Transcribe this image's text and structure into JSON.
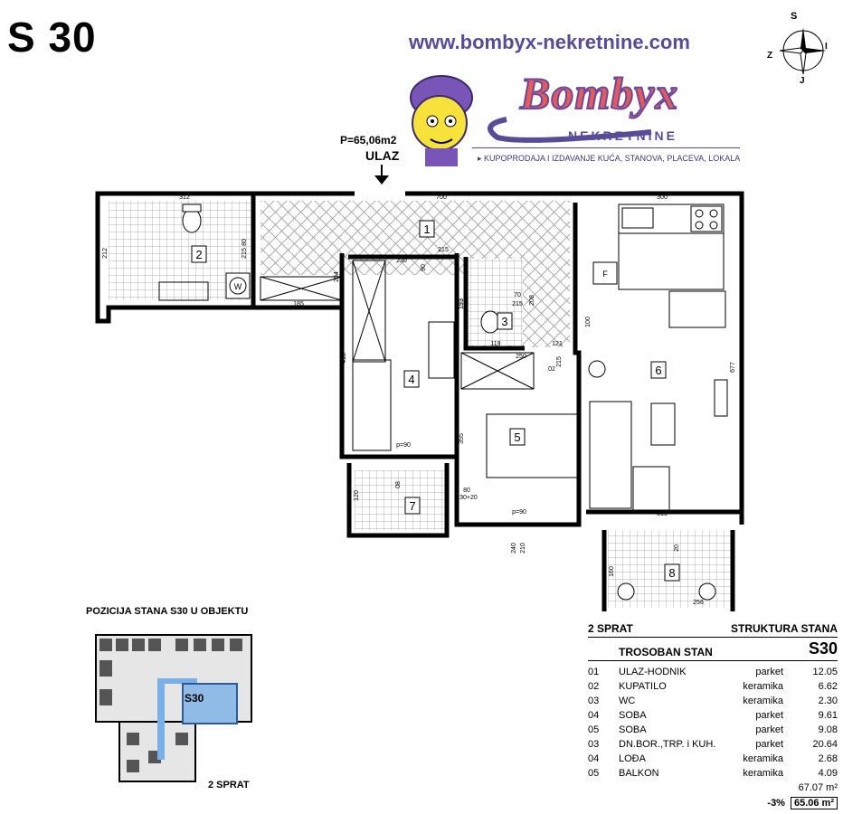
{
  "header": {
    "apartment_title": "S 30",
    "website": "www.bombyx-nekretnine.com",
    "brand_name": "Bombyx",
    "brand_sub": "NEKRETNINE",
    "tagline": "▸ KUPOPRODAJA I IZDAVANJE KUĆA, STANOVA, PLACEVA, LOKALA"
  },
  "compass": {
    "s": "S",
    "z": "Z",
    "i": "I",
    "j": "J"
  },
  "plan": {
    "area_label": "P=65,06m2",
    "entry_label": "ULAZ",
    "room_numbers": [
      "1",
      "2",
      "3",
      "4",
      "5",
      "6",
      "7",
      "8"
    ],
    "dimensions": [
      "312",
      "700",
      "300",
      "212",
      "80",
      "215",
      "230",
      "90",
      "215",
      "204",
      "193",
      "70",
      "215",
      "208",
      "185",
      "193",
      "119",
      "100",
      "121",
      "250",
      "02",
      "215",
      "418",
      "677",
      "355",
      "p=90",
      "08",
      "80",
      "230+20",
      "120",
      "310",
      "p=90",
      "240",
      "210",
      "160",
      "256",
      "20"
    ],
    "fridge_label": "F",
    "washer_label": "W"
  },
  "position": {
    "title": "POZICIJA STANA S30  U OBJEKTU",
    "apartment_label": "S30",
    "floor": "2 SPRAT"
  },
  "structure": {
    "floor": "2 SPRAT",
    "heading": "STRUKTURA  STANA",
    "type": "TROSOBAN  STAN",
    "code": "S30",
    "rooms": [
      {
        "no": "01",
        "name": "ULAZ-HODNIK",
        "floor": "parket",
        "area": "12.05"
      },
      {
        "no": "02",
        "name": "KUPATILO",
        "floor": "keramika",
        "area": "6.62"
      },
      {
        "no": "03",
        "name": "WC",
        "floor": "keramika",
        "area": "2.30"
      },
      {
        "no": "04",
        "name": "SOBA",
        "floor": "parket",
        "area": "9.61"
      },
      {
        "no": "05",
        "name": "SOBA",
        "floor": "parket",
        "area": "9.08"
      },
      {
        "no": "03",
        "name": "DN.BOR.,TRP. i KUH.",
        "floor": "parket",
        "area": "20.64"
      },
      {
        "no": "04",
        "name": "LOĐA",
        "floor": "keramika",
        "area": "2.68"
      },
      {
        "no": "05",
        "name": "BALKON",
        "floor": "keramika",
        "area": "4.09"
      }
    ],
    "total": "67.07 m²",
    "reduction": "-3%",
    "net_total": "65.06 m²"
  }
}
